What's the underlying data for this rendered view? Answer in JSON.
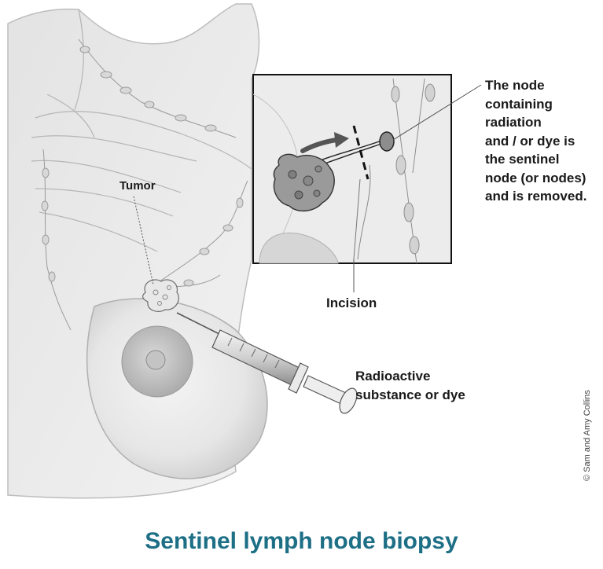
{
  "title": "Sentinel lymph node biopsy",
  "labels": {
    "tumor": "Tumor",
    "node": "The node\ncontaining\nradiation\nand / or dye is\nthe sentinel\nnode (or nodes)\nand is removed.",
    "incision": "Incision",
    "substance": "Radioactive\nsubstance or dye"
  },
  "credit": "© Sam and Amy Collins",
  "colors": {
    "title": "#1d6f86",
    "label": "#1a1a1a",
    "illustration": "#c9c9c9"
  }
}
